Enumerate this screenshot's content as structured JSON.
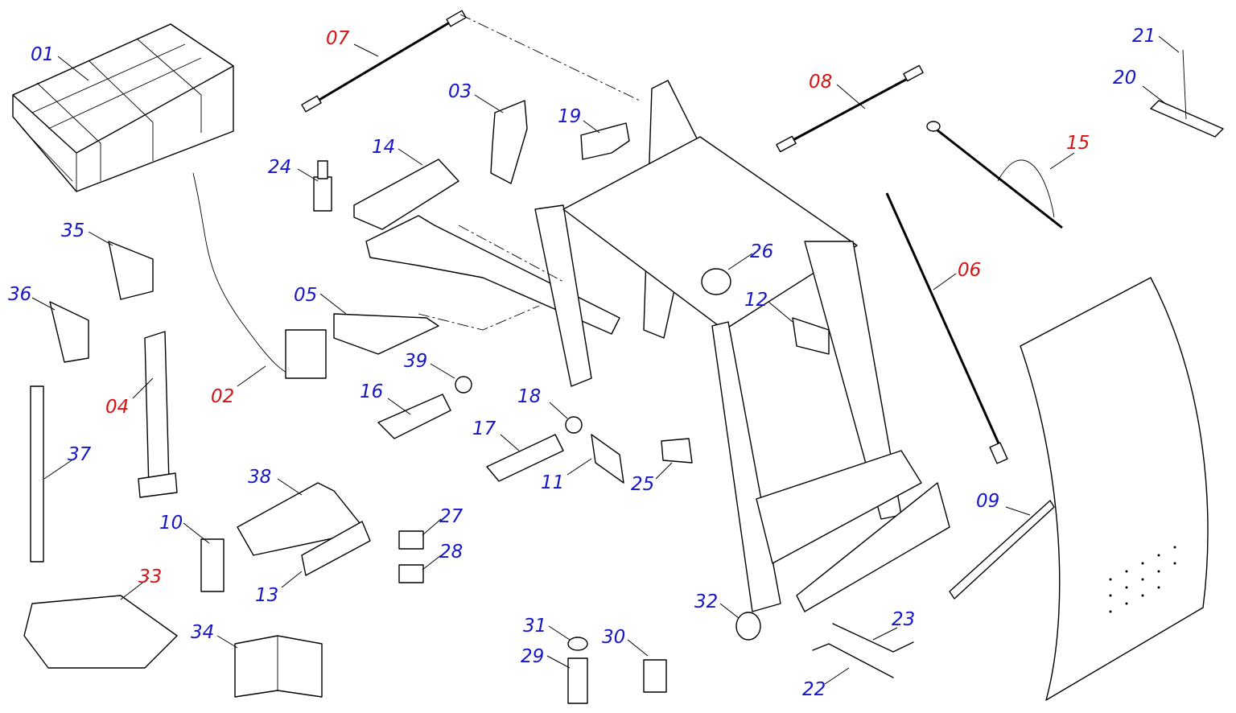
{
  "colors": {
    "standard_label": "#1616c8",
    "hydraulic_label": "#d41414",
    "line": "#000000",
    "background": "#ffffff"
  },
  "callouts": [
    {
      "id": "01",
      "text": "01",
      "kind": "standard"
    },
    {
      "id": "02",
      "text": "02",
      "kind": "hydraulic"
    },
    {
      "id": "03",
      "text": "03",
      "kind": "standard"
    },
    {
      "id": "04",
      "text": "04",
      "kind": "hydraulic"
    },
    {
      "id": "05",
      "text": "05",
      "kind": "standard"
    },
    {
      "id": "06",
      "text": "06",
      "kind": "hydraulic"
    },
    {
      "id": "07",
      "text": "07",
      "kind": "hydraulic"
    },
    {
      "id": "08",
      "text": "08",
      "kind": "hydraulic"
    },
    {
      "id": "09",
      "text": "09",
      "kind": "standard"
    },
    {
      "id": "10",
      "text": "10",
      "kind": "standard"
    },
    {
      "id": "11",
      "text": "11",
      "kind": "standard"
    },
    {
      "id": "12",
      "text": "12",
      "kind": "standard"
    },
    {
      "id": "13",
      "text": "13",
      "kind": "standard"
    },
    {
      "id": "14",
      "text": "14",
      "kind": "standard"
    },
    {
      "id": "15",
      "text": "15",
      "kind": "hydraulic"
    },
    {
      "id": "16",
      "text": "16",
      "kind": "standard"
    },
    {
      "id": "17",
      "text": "17",
      "kind": "standard"
    },
    {
      "id": "18",
      "text": "18",
      "kind": "standard"
    },
    {
      "id": "19",
      "text": "19",
      "kind": "standard"
    },
    {
      "id": "20",
      "text": "20",
      "kind": "standard"
    },
    {
      "id": "21",
      "text": "21",
      "kind": "standard"
    },
    {
      "id": "22",
      "text": "22",
      "kind": "standard"
    },
    {
      "id": "23",
      "text": "23",
      "kind": "standard"
    },
    {
      "id": "24",
      "text": "24",
      "kind": "standard"
    },
    {
      "id": "25",
      "text": "25",
      "kind": "standard"
    },
    {
      "id": "26",
      "text": "26",
      "kind": "standard"
    },
    {
      "id": "27",
      "text": "27",
      "kind": "standard"
    },
    {
      "id": "28",
      "text": "28",
      "kind": "standard"
    },
    {
      "id": "29",
      "text": "29",
      "kind": "standard"
    },
    {
      "id": "30",
      "text": "30",
      "kind": "standard"
    },
    {
      "id": "31",
      "text": "31",
      "kind": "standard"
    },
    {
      "id": "32",
      "text": "32",
      "kind": "standard"
    },
    {
      "id": "33",
      "text": "33",
      "kind": "hydraulic"
    },
    {
      "id": "34",
      "text": "34",
      "kind": "standard"
    },
    {
      "id": "35",
      "text": "35",
      "kind": "standard"
    },
    {
      "id": "36",
      "text": "36",
      "kind": "standard"
    },
    {
      "id": "37",
      "text": "37",
      "kind": "standard"
    },
    {
      "id": "38",
      "text": "38",
      "kind": "standard"
    },
    {
      "id": "39",
      "text": "39",
      "kind": "standard"
    }
  ]
}
